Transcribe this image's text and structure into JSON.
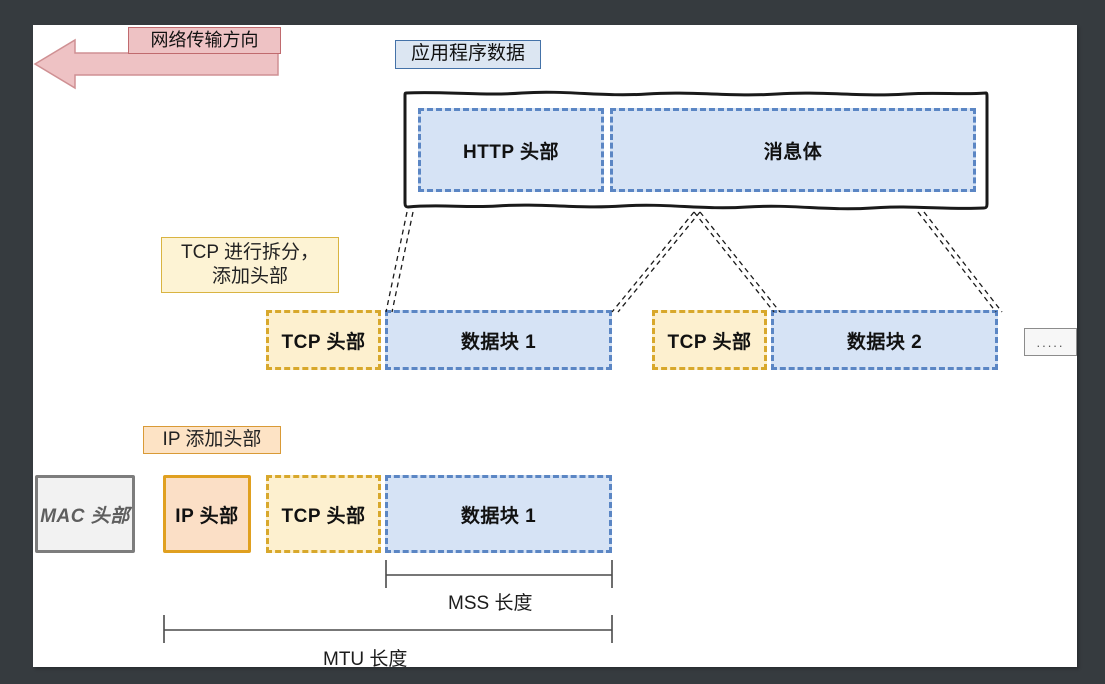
{
  "diagram": {
    "title_note": "TCP/IP data encapsulation diagram",
    "direction_label": "网络传输方向",
    "labels": {
      "app_data": "应用程序数据",
      "tcp_note": "TCP 进行拆分，\n添加头部",
      "ip_note": "IP 添加头部"
    },
    "app_layer": {
      "http_header": "HTTP 头部",
      "message_body": "消息体"
    },
    "tcp_layer": {
      "segments": [
        {
          "header": "TCP 头部",
          "payload": "数据块 1"
        },
        {
          "header": "TCP 头部",
          "payload": "数据块 2"
        }
      ],
      "more": "....."
    },
    "ip_layer": {
      "mac_header": "MAC 头部",
      "ip_header": "IP 头部",
      "tcp_header": "TCP 头部",
      "payload": "数据块 1"
    },
    "measurements": [
      {
        "name": "mss",
        "label": "MSS 长度"
      },
      {
        "name": "mtu",
        "label": "MTU 长度"
      }
    ],
    "colors": {
      "canvas": "#ffffff",
      "backdrop": "#363b3f",
      "blue_fill": "#d6e3f5",
      "blue_stroke": "#5b86c4",
      "yellow_fill": "#fdf0cf",
      "yellow_stroke": "#d8a82c",
      "orange_fill": "#fbdfc6",
      "orange_stroke": "#e0a020",
      "gray_fill": "#f2f2f2",
      "gray_stroke": "#7d7d7d",
      "arrow_fill": "#eec2c4",
      "arrow_stroke": "#c06a6e",
      "chip_blue_fill": "#dce6f2",
      "chip_yellow_fill": "#fdf3d4"
    }
  }
}
